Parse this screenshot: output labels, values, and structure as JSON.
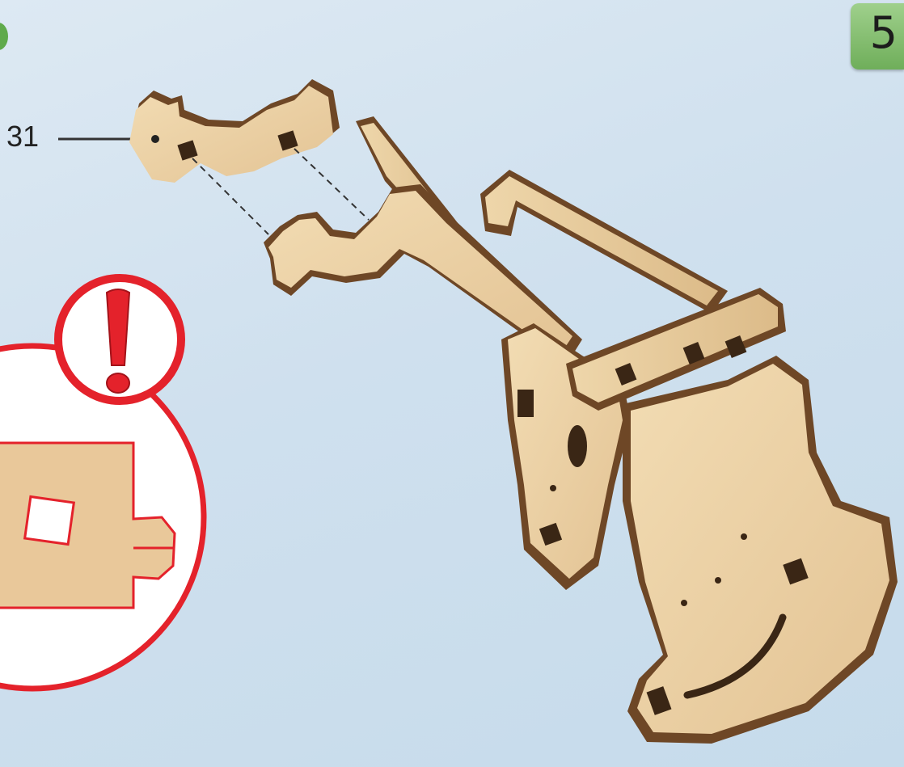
{
  "step": {
    "number": "5"
  },
  "callout": {
    "part_number": "31"
  },
  "icons": {
    "warning": "exclamation-icon",
    "step_badge": "green-step-badge"
  },
  "colors": {
    "background": "#d3e3ef",
    "wood": "#ecd3a6",
    "wood_edge": "#6e4726",
    "warning_red": "#e4222b",
    "step_green": "#7dbb67"
  }
}
